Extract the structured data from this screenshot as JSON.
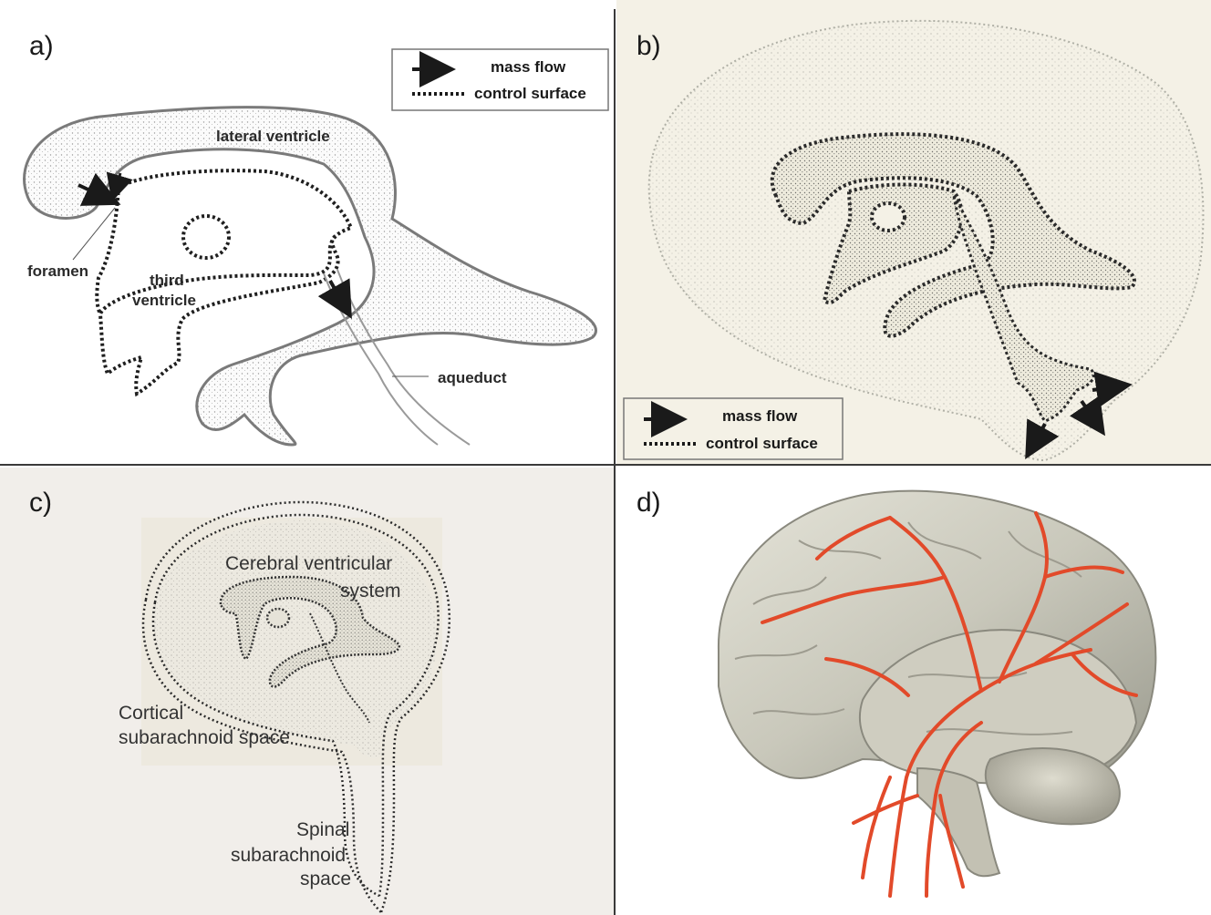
{
  "panels": {
    "a": {
      "letter": "a)",
      "legend": {
        "mass_flow": "mass flow",
        "control_surface": "control surface"
      },
      "labels": {
        "lateral_ventricle": "lateral ventricle",
        "foramen": "foramen",
        "third_line1": "third",
        "third_line2": "ventricle",
        "aqueduct": "aqueduct"
      }
    },
    "b": {
      "letter": "b)",
      "legend": {
        "mass_flow": "mass flow",
        "control_surface": "control surface"
      }
    },
    "c": {
      "letter": "c)",
      "labels": {
        "cerebral_line1": "Cerebral ventricular",
        "cerebral_line2": "system",
        "cortical_line1": "Cortical",
        "cortical_line2": "subarachnoid space",
        "spinal_line1": "Spinal",
        "spinal_line2": "subarachnoid",
        "spinal_line3": "space"
      }
    },
    "d": {
      "letter": "d)"
    }
  },
  "colors": {
    "vessel": "#e24a2a",
    "brain_surface": "#d6d4c6",
    "stipple": "#8a8a8a",
    "dotted_line": "#1a1a1a"
  }
}
